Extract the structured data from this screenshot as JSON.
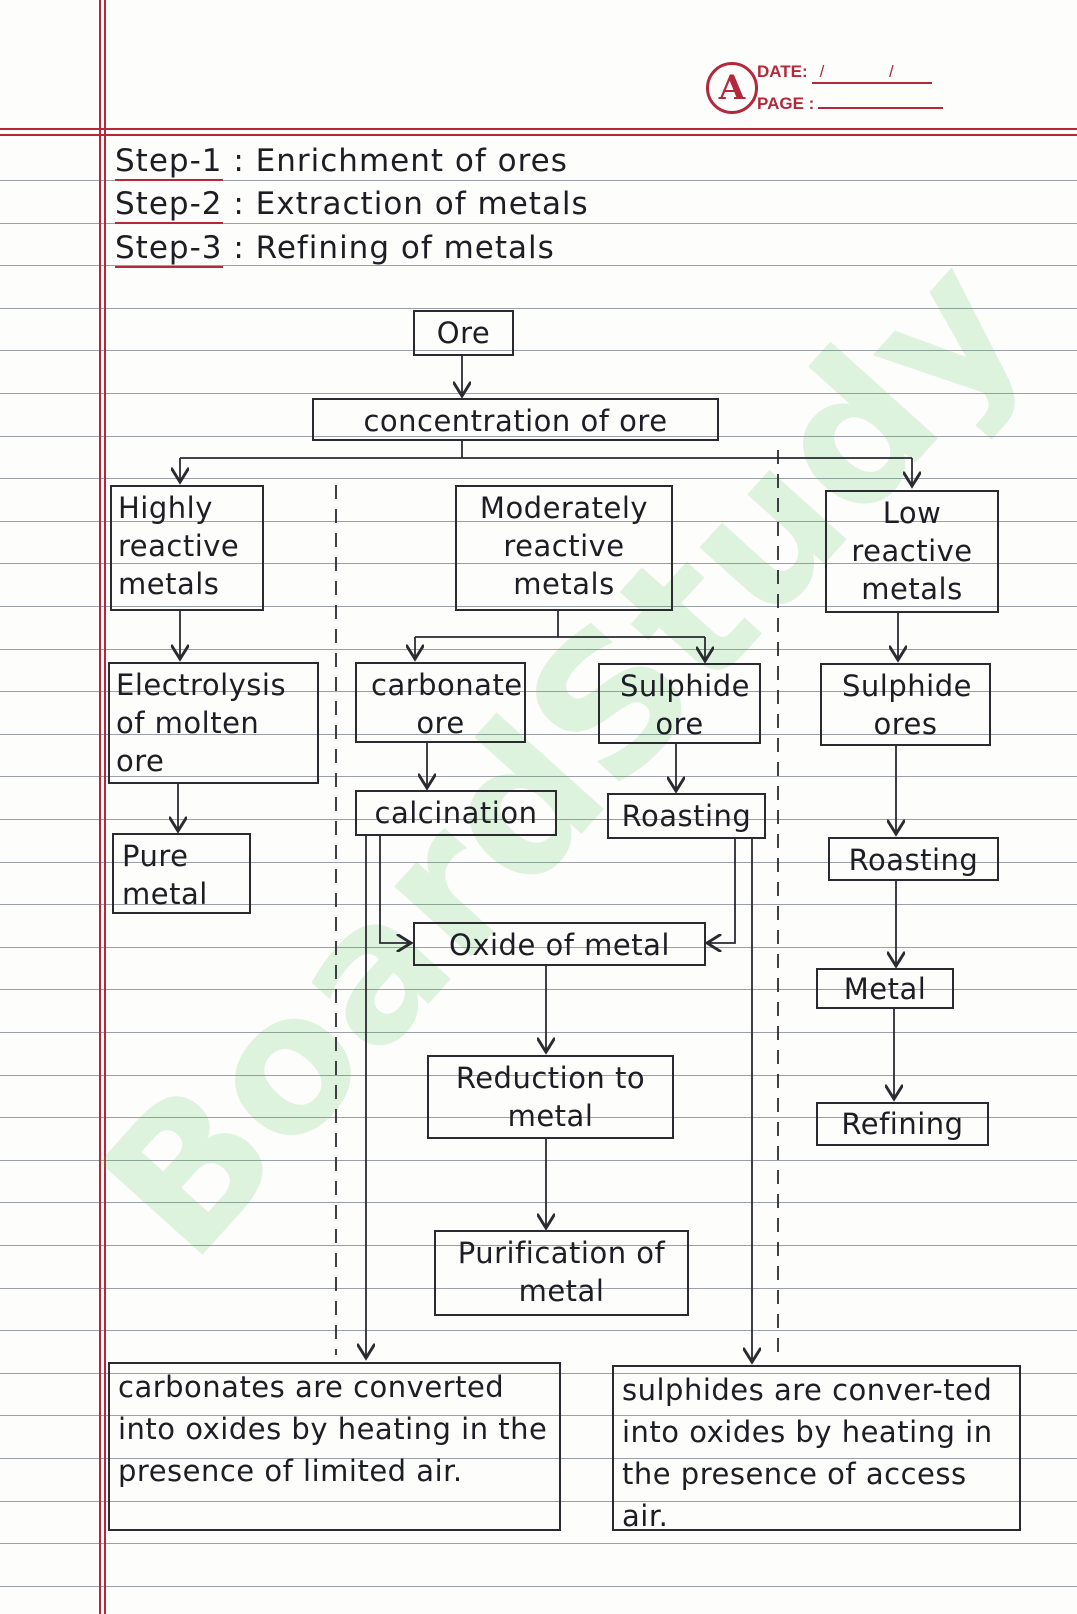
{
  "header": {
    "logo_letter": "A",
    "date_label": "DATE:",
    "date_value": "/ /",
    "page_label": "PAGE :"
  },
  "steps": [
    {
      "label": "Step-1",
      "sep": ":",
      "text": "Enrichment of ores"
    },
    {
      "label": "Step-2",
      "sep": ":",
      "text": "Extraction of metals"
    },
    {
      "label": "Step-3",
      "sep": ":",
      "text": "Refining of metals"
    }
  ],
  "nodes": {
    "ore": "Ore",
    "concentration": "concentration of ore",
    "highly": "Highly reactive metals",
    "moderately": "Moderately reactive metals",
    "low": "Low reactive metals",
    "electrolysis": "Electrolysis of molten ore",
    "carbonate": "carbonate ore",
    "sulphide_mid": "Sulphide ore",
    "sulphide_right": "Sulphide ores",
    "calcination": "calcination",
    "roasting_mid": "Roasting",
    "pure_metal": "Pure metal",
    "roasting_right": "Roasting",
    "oxide": "Oxide of metal",
    "metal": "Metal",
    "reduction": "Reduction to metal",
    "refining": "Refining",
    "purification": "Purification of metal"
  },
  "notes": {
    "carbonates": "carbonates are converted into oxides by heating in the presence of limited air.",
    "sulphides": "sulphides are conver-ted into oxides by heating in the presence of access air."
  },
  "watermark": "BoardStudy",
  "colors": {
    "margin": "#b3283a",
    "ink": "#1d1d24",
    "watermark": "#3fc24a"
  }
}
